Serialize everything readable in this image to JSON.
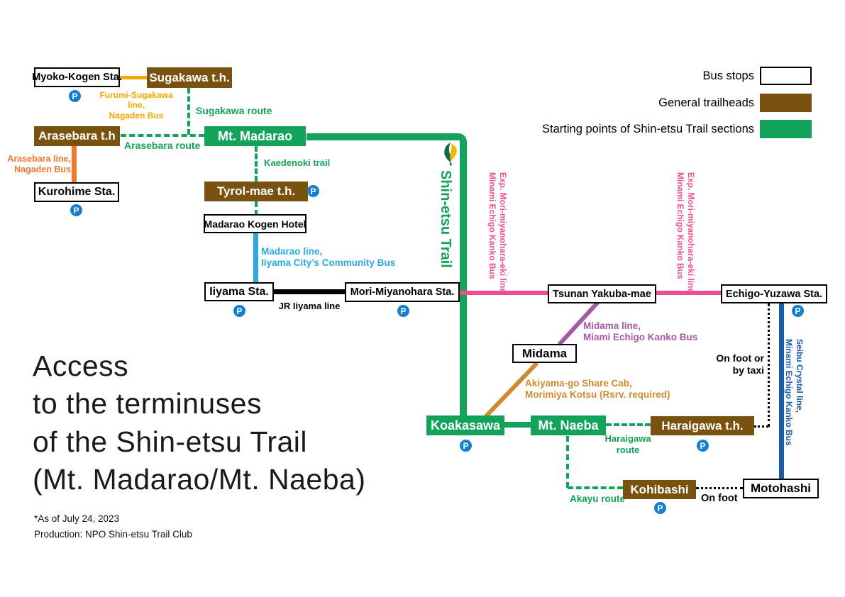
{
  "title": {
    "main": "Access\nto the terminuses\nof the Shin-etsu Trail\n(Mt. Madarao/Mt. Naeba)",
    "note_date": "*As of July 24, 2023",
    "note_production": "Production: NPO Shin-etsu Trail Club"
  },
  "legend": {
    "bus_stops": "Bus stops",
    "general_trailheads": "General trailheads",
    "trail_sections": "Starting points of Shin-etsu Trail sections"
  },
  "trail": {
    "label": "Shin-etsu Trail"
  },
  "icons": {
    "parking": "P"
  },
  "colors": {
    "green": "#13A25A",
    "brown": "#7A520F",
    "pink": "#EE4E90",
    "purple": "#A55AA5",
    "cyan": "#29ABE2",
    "yellow": "#F4A900",
    "orange": "#F0792F",
    "ochre": "#CE8A2E",
    "blue": "#1C5CA8",
    "pblue": "#137FD2"
  },
  "nodes": {
    "myoko_kogen": "Myoko-Kogen Sta.",
    "sugakawa": "Sugakawa t.h.",
    "arasebara": "Arasebara t.h",
    "kurohime": "Kurohime Sta.",
    "mt_madarao": "Mt. Madarao",
    "tyrol_mae": "Tyrol-mae t.h.",
    "madarao_kogen_hotel": "Madarao Kogen Hotel",
    "iiyama": "Iiyama Sta.",
    "mori_miyanohara": "Mori-Miyanohara Sta.",
    "tsunan_yakuba_mae": "Tsunan Yakuba-mae",
    "echigo_yuzawa": "Echigo-Yuzawa Sta.",
    "midama": "Midama",
    "koakasawa": "Koakasawa",
    "mt_naeba": "Mt. Naeba",
    "haraigawa": "Haraigawa t.h.",
    "kohibashi": "Kohibashi",
    "motohashi": "Motohashi"
  },
  "routes": {
    "furumi_sugakawa": "Furumi-Sugakawa line,\nNagaden Bus",
    "sugakawa_route": "Sugakawa route",
    "arasebara_route": "Arasebara route",
    "arasebara_line": "Arasebara line,\nNagaden Bus",
    "kaedenoki_trail": "Kaedenoki trail",
    "madarao_line": "Madarao line,\nIiyama City’s Community Bus",
    "jr_iiyama": "JR Iiyama line",
    "exp_mori": "Exp. Mori-miyanohara-eki line,\nMinami Echigo Kanko Bus",
    "midama_line": "Midama line,\nMiami Echigo Kanko Bus",
    "akiyama_go": "Akiyama-go Share Cab,\nMorimiya Kotsu (Rsrv. required)",
    "haraigawa_route": "Haraigawa\nroute",
    "akayu_route": "Akayu route",
    "on_foot_or_taxi": "On foot or\nby taxi",
    "on_foot": "On foot",
    "seibu_crystal": "Seibu Crystal line,\nMinami Echigo Kanko Bus"
  }
}
